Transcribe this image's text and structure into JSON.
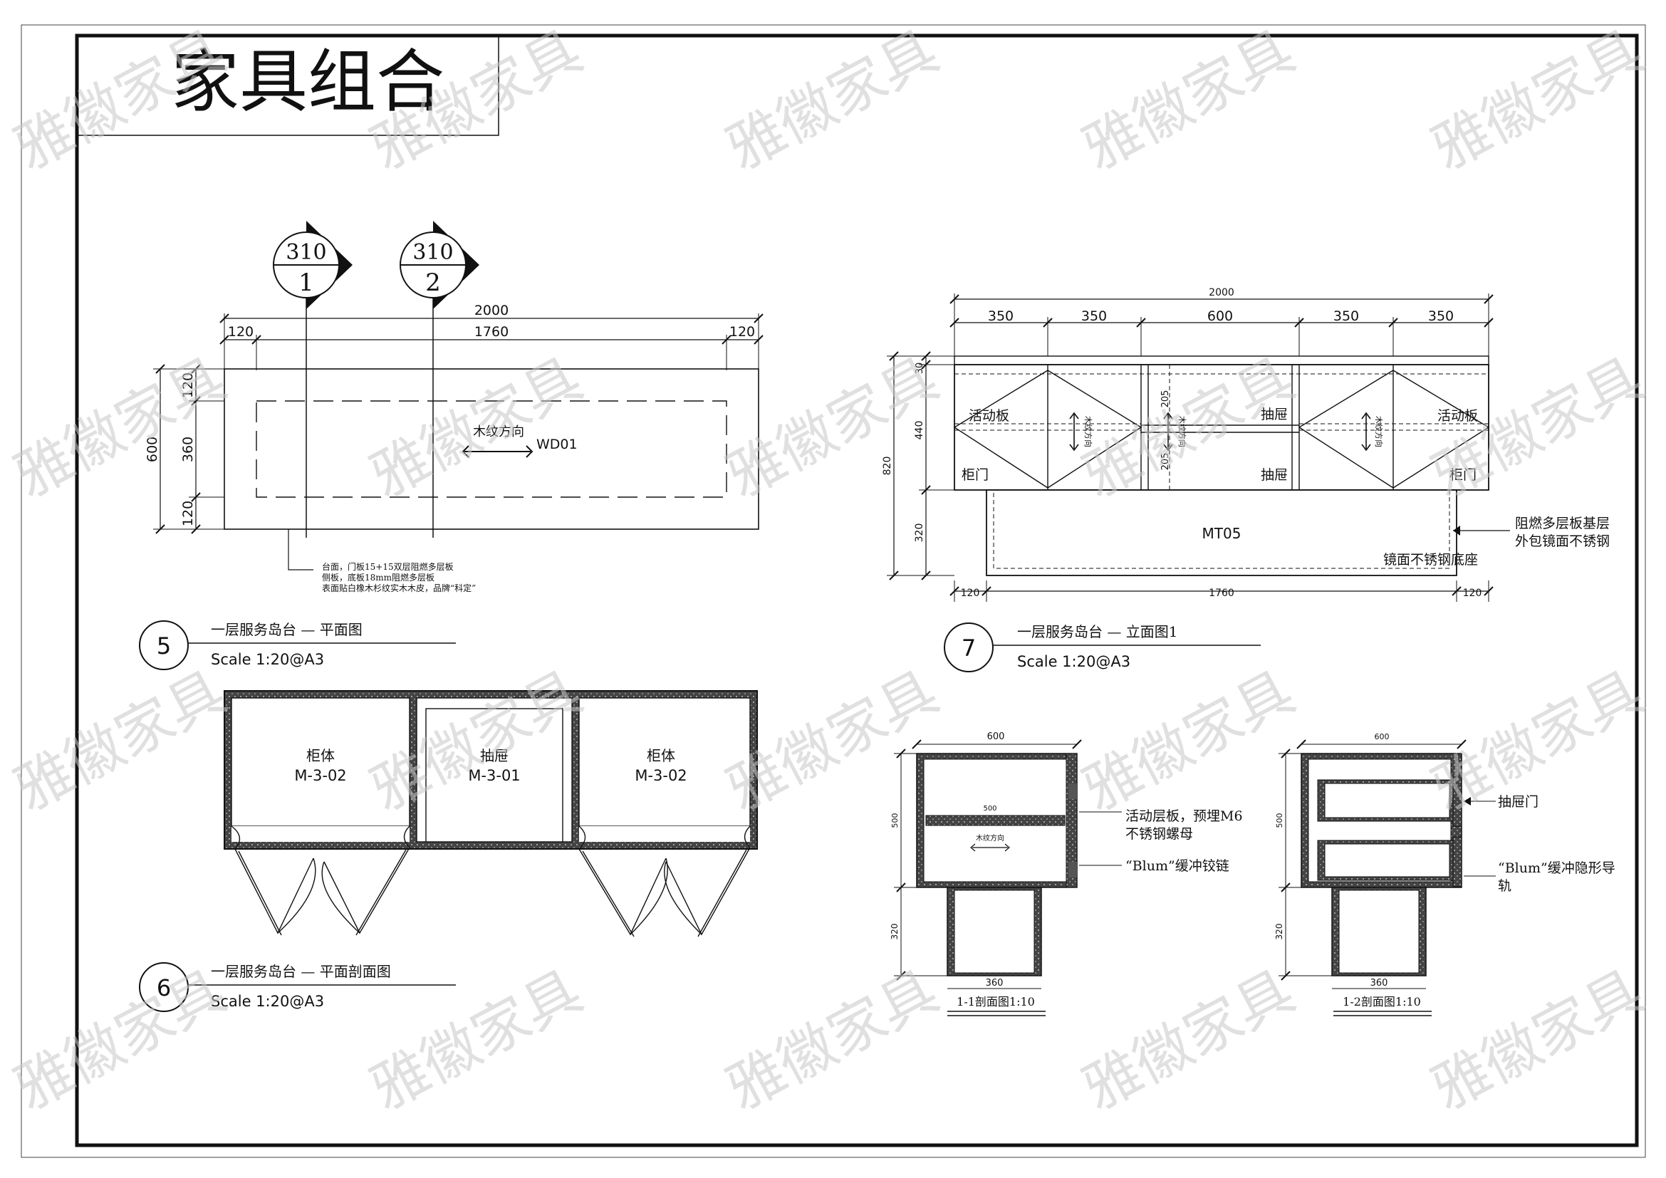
{
  "sheet_title": "家具组合",
  "watermark": "雅徽家具",
  "plan": {
    "section_marks": [
      {
        "top": "310",
        "bottom": "1"
      },
      {
        "top": "310",
        "bottom": "2"
      }
    ],
    "dim_total": "2000",
    "dim_left": "120",
    "dim_mid": "1760",
    "dim_right": "120",
    "dim_depth": "600",
    "dim_v_top": "120",
    "dim_v_mid": "360",
    "dim_v_bottom": "120",
    "grain_label": "木纹方向",
    "material_code": "WD01",
    "note_lines": [
      "台面，门板15+15双层阻燃多层板",
      "侧板，底板18mm阻燃多层板",
      "表面贴白橡木杉纹实木木皮，品牌“科定”"
    ]
  },
  "label5": {
    "number": "5",
    "title": "一层服务岛台 — 平面图",
    "scale": "Scale 1:20@A3"
  },
  "label6": {
    "number": "6",
    "title": "一层服务岛台 — 平面剖面图",
    "scale": "Scale 1:20@A3"
  },
  "label7": {
    "number": "7",
    "title": "一层服务岛台 — 立面图1",
    "scale": "Scale 1:20@A3"
  },
  "section_plan": {
    "left_name": "柜体",
    "left_code": "M-3-02",
    "mid_name": "抽屉",
    "mid_code": "M-3-01",
    "right_name": "柜体",
    "right_code": "M-3-02"
  },
  "elevation": {
    "dim_total": "2000",
    "dims_top": [
      "350",
      "350",
      "600",
      "350",
      "350"
    ],
    "dim_height": "820",
    "dim_v": [
      "30",
      "440",
      "320"
    ],
    "dim_drawer": [
      "205",
      "205"
    ],
    "dims_bottom": [
      "120",
      "1760",
      "120"
    ],
    "labels": {
      "left_shelf": "活动板",
      "left_door": "柜门",
      "drawer_top": "抽屉",
      "drawer_bottom": "抽屉",
      "right_shelf": "活动板",
      "right_door": "柜门",
      "grain": "木纹方向"
    },
    "plinth_code": "MT05",
    "plinth_label": "镜面不锈钢底座",
    "callout_lines": [
      "阻燃多层板基层",
      "外包镜面不锈钢"
    ]
  },
  "section1": {
    "caption": "1-1剖面图1:10",
    "dim_width": "600",
    "dim_shelf": "500",
    "dim_base": "360",
    "dim_body": "500",
    "dim_plinth": "320",
    "grain_label": "木纹方向",
    "note_shelf": [
      "活动层板，预埋M6",
      "不锈钢螺母"
    ],
    "note_hinge": "“Blum”缓冲铰链"
  },
  "section2": {
    "caption": "1-2剖面图1:10",
    "dim_width": "600",
    "dim_base": "360",
    "dim_body": "500",
    "dim_plinth": "320",
    "note_door": "抽屉门",
    "note_rail": [
      "“Blum”缓冲隐形导",
      "轨"
    ]
  }
}
